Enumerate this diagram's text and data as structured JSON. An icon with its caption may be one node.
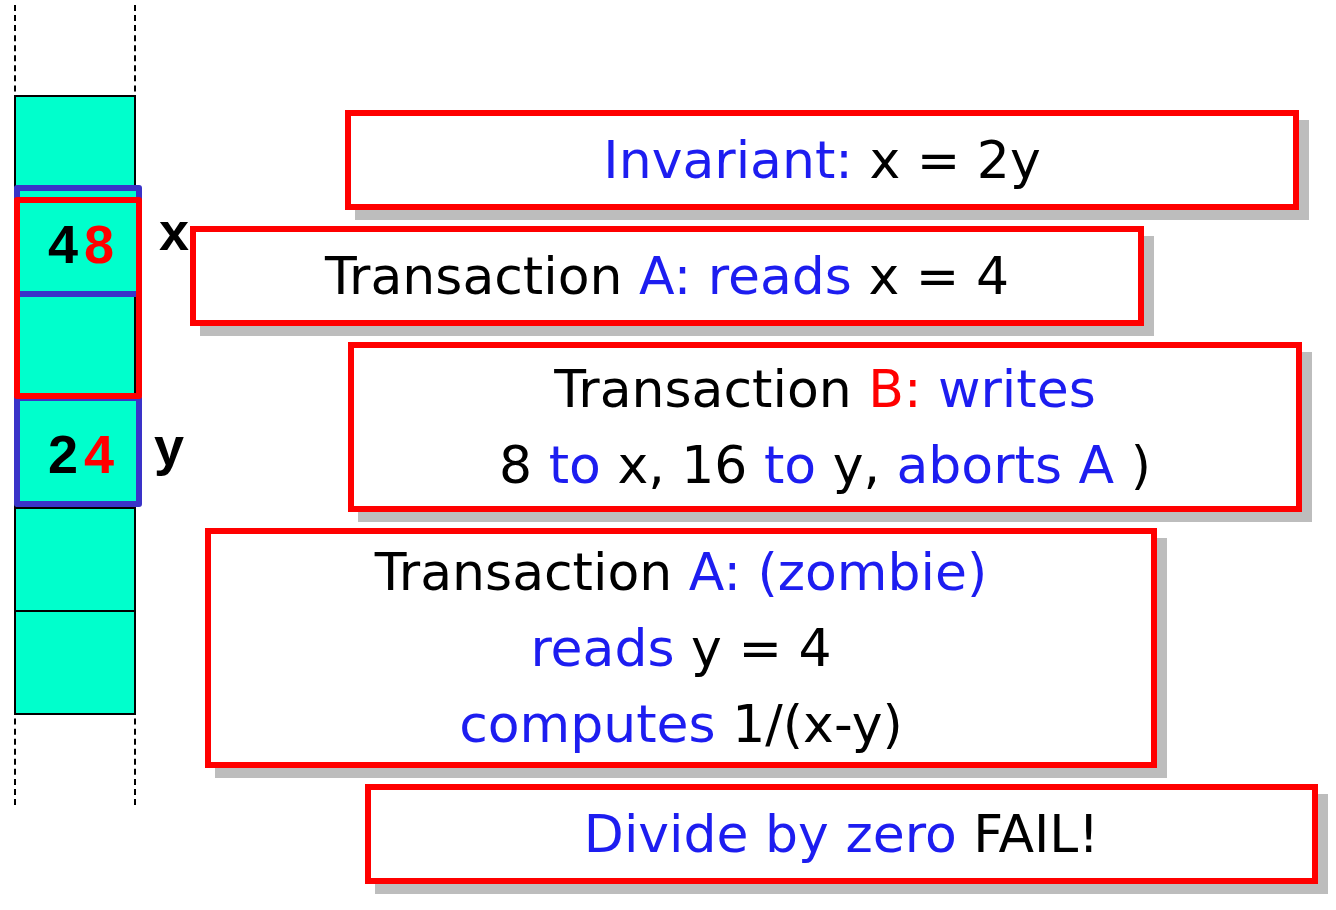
{
  "diagram": {
    "nodes": [
      {
        "text": [],
        "shape": "bar"
      },
      {
        "text": [
          "4",
          "8"
        ],
        "beside": [
          "x"
        ],
        "in": 0
      },
      {
        "text": [
          "2",
          "4"
        ],
        "beside": [
          "y"
        ],
        "in": 0
      },
      {
        "text": [
          "Invariant: x = 2y"
        ]
      },
      {
        "text": [
          "Transaction A: reads x = 4"
        ]
      },
      {
        "text": [
          "Transaction B: writes 8 to x, 16 to y, aborts A )"
        ]
      },
      {
        "text": [
          "Transaction A: (zombie) reads y = 4 computes 1/(x-y)"
        ]
      },
      {
        "text": [
          "Divide by zero FAIL!"
        ]
      }
    ]
  }
}
